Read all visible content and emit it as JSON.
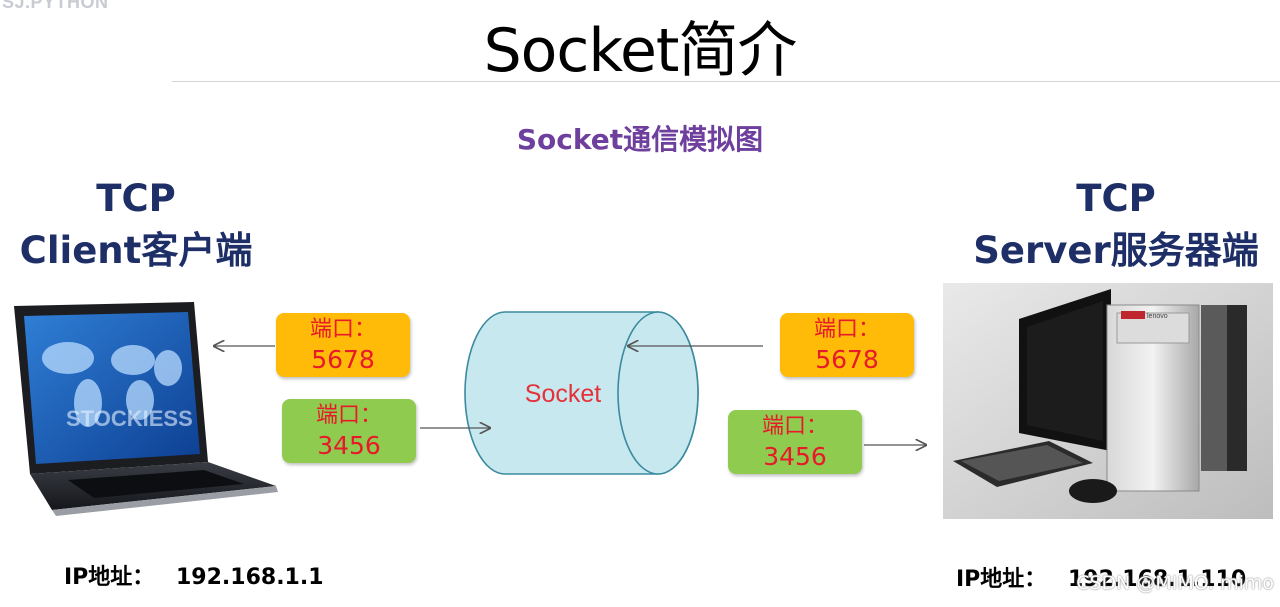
{
  "brand": "SJ.PYTHON",
  "title": "Socket简介",
  "subtitle": "Socket通信模拟图",
  "client": {
    "line1": "TCP",
    "line2": "Client客户端",
    "ip_label": "IP地址：",
    "ip": "192.168.1.1",
    "screen_watermark": "STOCKIESS"
  },
  "server": {
    "line1": "TCP",
    "line2": "Server服务器端",
    "ip_label": "IP地址：",
    "ip": "192.168.1.110",
    "brand_label": "lenovo"
  },
  "ports": {
    "client_in": {
      "label": "端口：",
      "number": "5678"
    },
    "client_out": {
      "label": "端口：",
      "number": "3456"
    },
    "server_in": {
      "label": "端口：",
      "number": "5678"
    },
    "server_out": {
      "label": "端口：",
      "number": "3456"
    }
  },
  "socket_label": "Socket",
  "watermark": "CSDN @MIMO. mimo",
  "colors": {
    "title_purple": "#6e3f9d",
    "side_title_navy": "#1e2e67",
    "port_orange": "#ffbb07",
    "port_green": "#8fcb4e",
    "port_text_red": "#e8192b",
    "socket_fill": "#c8e8ef",
    "socket_text": "#e5323a"
  }
}
